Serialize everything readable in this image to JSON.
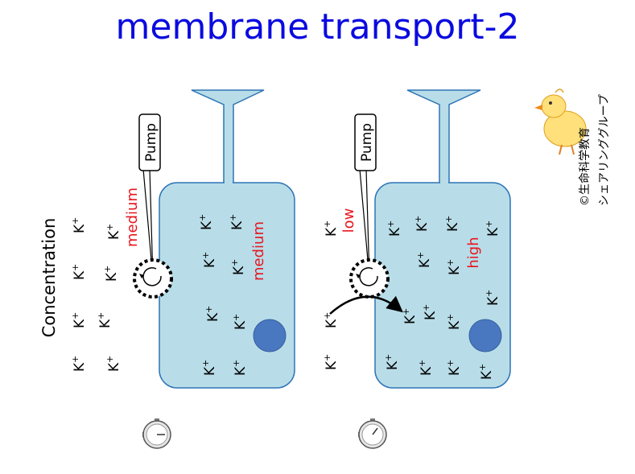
{
  "title": "membrane transport-2",
  "ion_symbol": "K",
  "ion_charge": "+",
  "pump_label": "Pump",
  "concentration_label": "Concentration",
  "left_panel": {
    "outside_level": "medium",
    "inside_level": "medium"
  },
  "right_panel": {
    "outside_level": "low",
    "inside_level": "high"
  },
  "credit": {
    "line1": "©生命科学教育",
    "line2": "シェアリンググループ"
  },
  "colors": {
    "title": "#0a0ae0",
    "cell_fill": "#b8dde8",
    "cell_stroke": "#2e75b6",
    "nucleus": "#4a78c0",
    "level_text": "#e8141e"
  },
  "icons": [
    "stopwatch-icon",
    "chick-icon",
    "curved-arrow-icon"
  ]
}
